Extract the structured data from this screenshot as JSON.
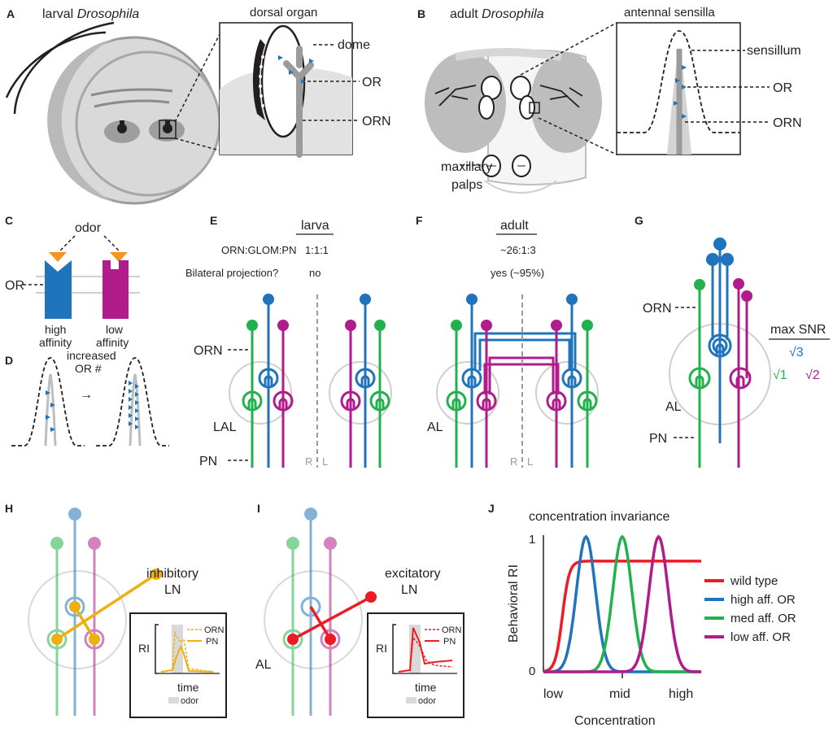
{
  "panels": {
    "A": {
      "letter": "A",
      "title_pre": "larval ",
      "title_italic": "Drosophila",
      "inset_title": "dorsal organ",
      "labels": {
        "dome": "dome",
        "or": "OR",
        "orn": "ORN"
      }
    },
    "B": {
      "letter": "B",
      "title_pre": "adult ",
      "title_italic": "Drosophila",
      "inset_title": "antennal sensilla",
      "labels": {
        "sensillum": "sensillum",
        "or": "OR",
        "orn": "ORN",
        "maxillary": "maxillary",
        "palps": "palps"
      }
    },
    "C": {
      "letter": "C",
      "odor": "odor",
      "or": "OR",
      "high": "high",
      "high2": "affinity",
      "low": "low",
      "low2": "affinity"
    },
    "D": {
      "letter": "D",
      "increased": "increased",
      "or_num": "OR #",
      "arrow": "→"
    },
    "E": {
      "letter": "E",
      "header": "larva",
      "row1_label": "ORN:GLOM:PN",
      "row1_value": "1:1:1",
      "row2_label": "Bilateral projection?",
      "row2_value": "no",
      "orn": "ORN",
      "lal": "LAL",
      "pn": "PN",
      "r": "R",
      "l": "L"
    },
    "F": {
      "letter": "F",
      "header": "adult",
      "row1_value": "~26:1:3",
      "row2_value": "yes (~95%)",
      "al": "AL",
      "r": "R",
      "l": "L"
    },
    "G": {
      "letter": "G",
      "orn": "ORN",
      "al": "AL",
      "pn": "PN",
      "max_snr": "max SNR",
      "sqrt3": "√3",
      "sqrt1": "√1",
      "sqrt2": "√2"
    },
    "H": {
      "letter": "H",
      "title1": "inhibitory",
      "title2": "LN",
      "ri": "RI",
      "legend_orn": "ORN",
      "legend_pn": "PN",
      "time": "time",
      "odor": "odor"
    },
    "I": {
      "letter": "I",
      "title1": "excitatory",
      "title2": "LN",
      "al": "AL",
      "ri": "RI",
      "legend_orn": "ORN",
      "legend_pn": "PN",
      "time": "time",
      "odor": "odor"
    }
  },
  "colors": {
    "blue": "#1f74bb",
    "green": "#22b14c",
    "magenta": "#b01c8b",
    "orange": "#f7941d",
    "red": "#ed1c24",
    "yellow": "#eeb011"
  },
  "chart_data": {
    "type": "line",
    "title": "concentration invariance",
    "panel_letter": "J",
    "xlabel": "Concentration",
    "ylabel": "Behavioral  RI",
    "x_tick_labels": [
      "low",
      "mid",
      "high"
    ],
    "y_tick_labels": [
      "0",
      "1"
    ],
    "ylim": [
      0,
      1
    ],
    "legend_position": "right",
    "series": [
      {
        "name": "wild type",
        "color": "#ed1c24",
        "peak_x": null,
        "plateau": 0.82
      },
      {
        "name": "high aff. OR",
        "color": "#1f74bb",
        "peak_x": 0.27,
        "plateau": null
      },
      {
        "name": "med aff. OR",
        "color": "#22b14c",
        "peak_x": 0.5,
        "plateau": null
      },
      {
        "name": "low aff. OR",
        "color": "#b01c8b",
        "peak_x": 0.73,
        "plateau": null
      }
    ]
  }
}
